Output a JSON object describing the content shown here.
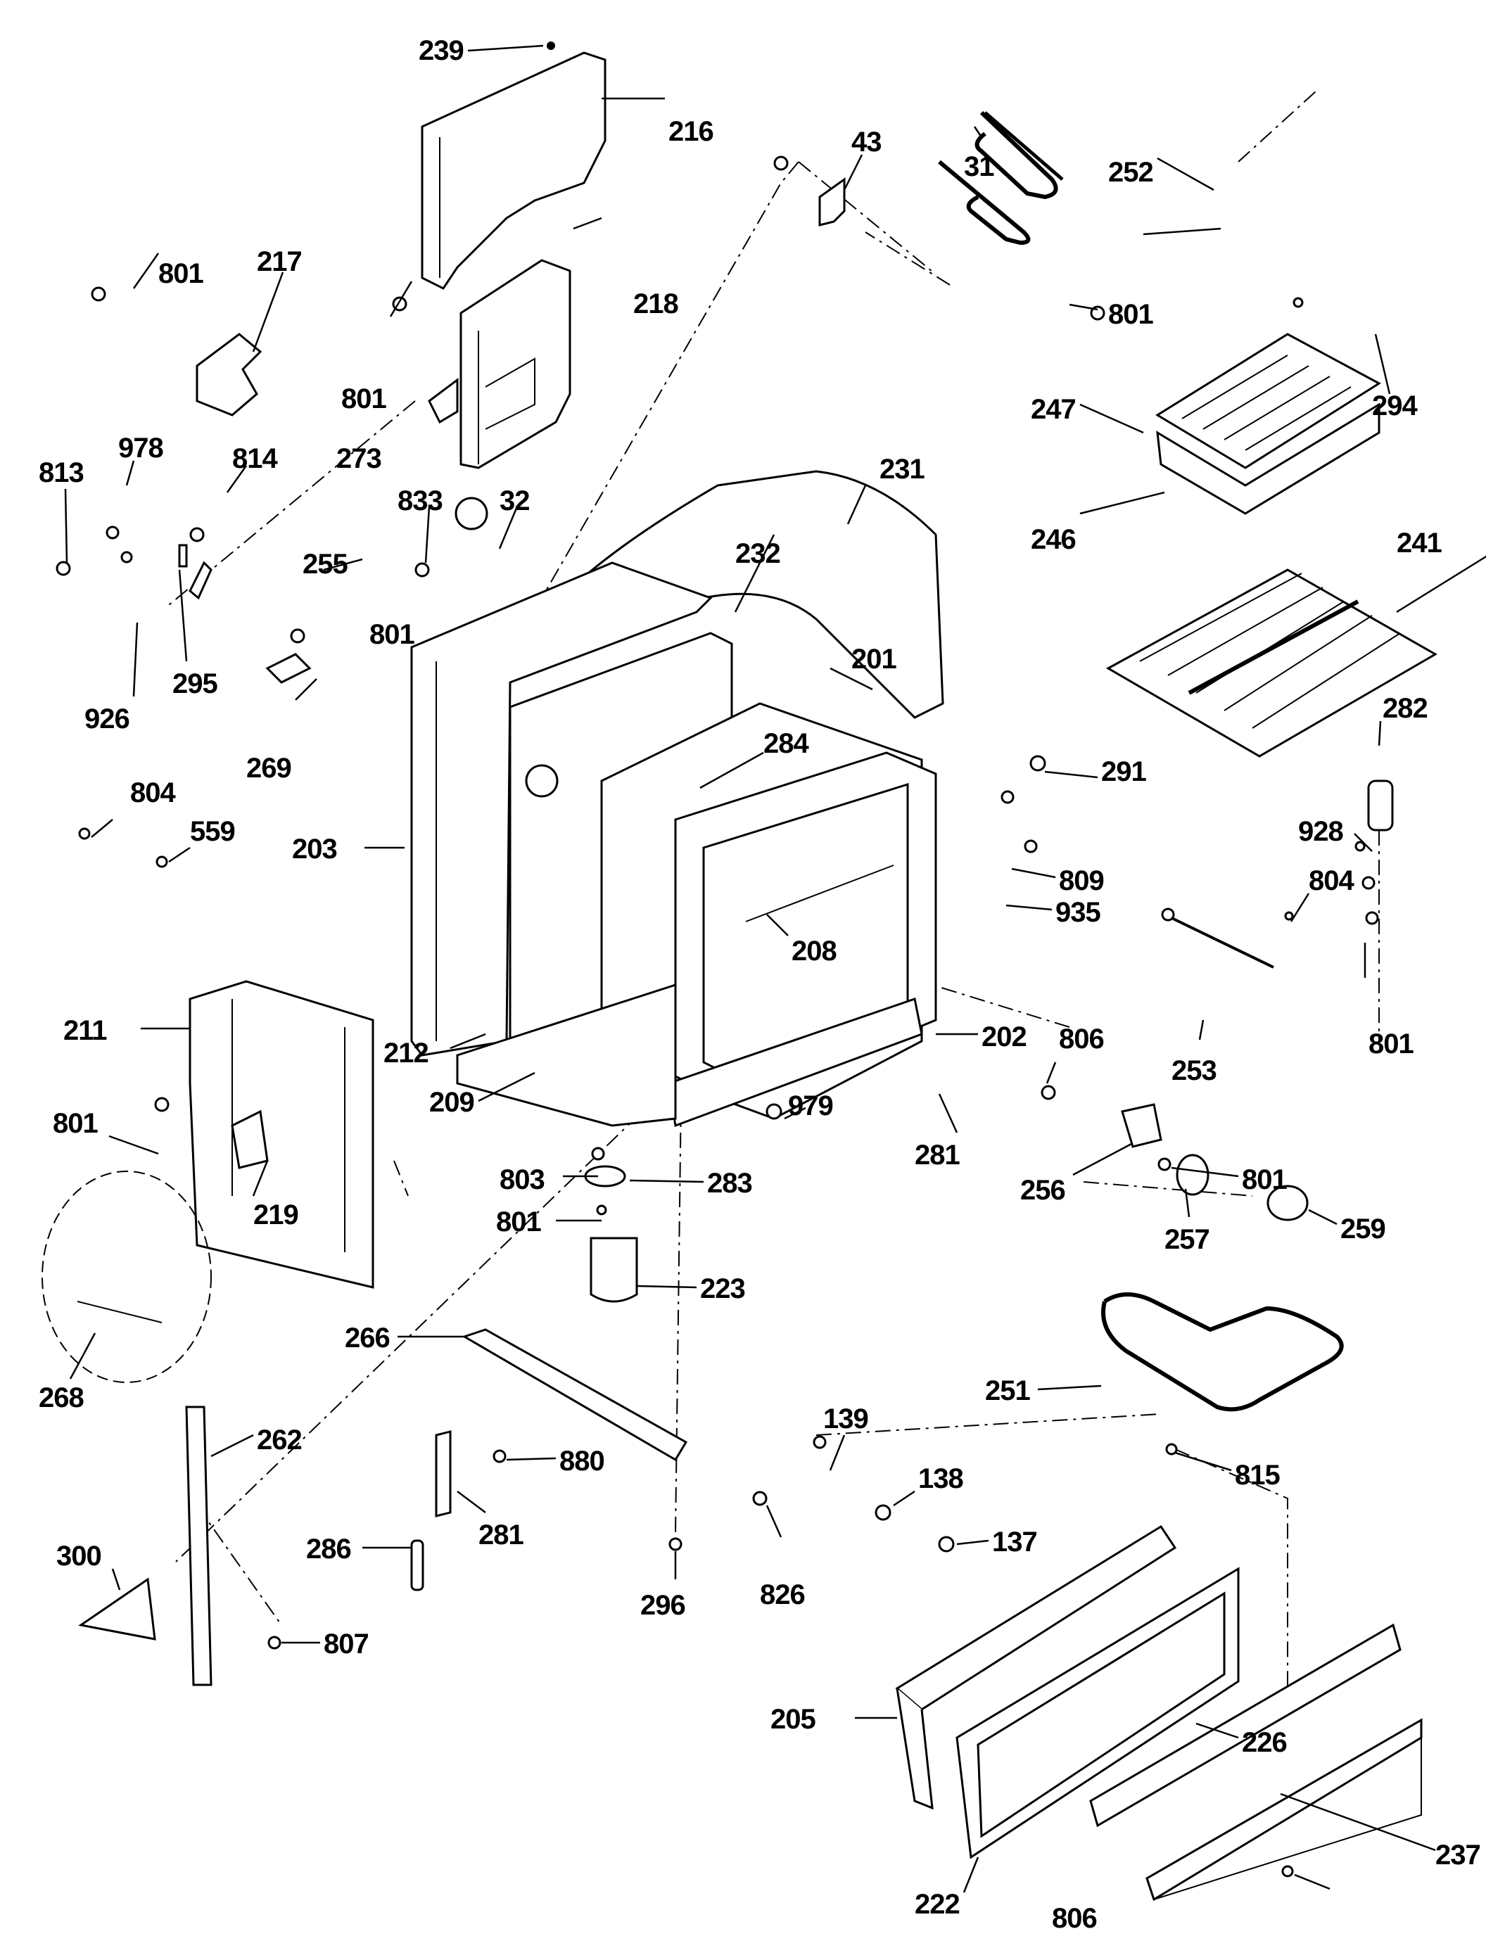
{
  "diagram": {
    "title": "Oven body exploded parts view",
    "callouts": [
      {
        "id": "c239",
        "label": "239"
      },
      {
        "id": "c216",
        "label": "216"
      },
      {
        "id": "c43",
        "label": "43"
      },
      {
        "id": "c31",
        "label": "31"
      },
      {
        "id": "c252",
        "label": "252"
      },
      {
        "id": "c801a",
        "label": "801"
      },
      {
        "id": "c217",
        "label": "217"
      },
      {
        "id": "c218",
        "label": "218"
      },
      {
        "id": "c801b",
        "label": "801"
      },
      {
        "id": "c273",
        "label": "273"
      },
      {
        "id": "c801c",
        "label": "801"
      },
      {
        "id": "c294",
        "label": "294"
      },
      {
        "id": "c247",
        "label": "247"
      },
      {
        "id": "c246",
        "label": "246"
      },
      {
        "id": "c978",
        "label": "978"
      },
      {
        "id": "c814",
        "label": "814"
      },
      {
        "id": "c813",
        "label": "813"
      },
      {
        "id": "c833",
        "label": "833"
      },
      {
        "id": "c32",
        "label": "32"
      },
      {
        "id": "c231",
        "label": "231"
      },
      {
        "id": "c232",
        "label": "232"
      },
      {
        "id": "c241",
        "label": "241"
      },
      {
        "id": "c255",
        "label": "255"
      },
      {
        "id": "c801d",
        "label": "801"
      },
      {
        "id": "c295",
        "label": "295"
      },
      {
        "id": "c926",
        "label": "926"
      },
      {
        "id": "c201",
        "label": "201"
      },
      {
        "id": "c269",
        "label": "269"
      },
      {
        "id": "c284",
        "label": "284"
      },
      {
        "id": "c282",
        "label": "282"
      },
      {
        "id": "c291",
        "label": "291"
      },
      {
        "id": "c804a",
        "label": "804"
      },
      {
        "id": "c559",
        "label": "559"
      },
      {
        "id": "c928",
        "label": "928"
      },
      {
        "id": "c203",
        "label": "203"
      },
      {
        "id": "c809",
        "label": "809"
      },
      {
        "id": "c804b",
        "label": "804"
      },
      {
        "id": "c208",
        "label": "208"
      },
      {
        "id": "c935",
        "label": "935"
      },
      {
        "id": "c211",
        "label": "211"
      },
      {
        "id": "c202",
        "label": "202"
      },
      {
        "id": "c212",
        "label": "212"
      },
      {
        "id": "c806a",
        "label": "806"
      },
      {
        "id": "c801e",
        "label": "801"
      },
      {
        "id": "c253",
        "label": "253"
      },
      {
        "id": "c209",
        "label": "209"
      },
      {
        "id": "c979",
        "label": "979"
      },
      {
        "id": "c801f",
        "label": "801"
      },
      {
        "id": "c803",
        "label": "803"
      },
      {
        "id": "c281a",
        "label": "281"
      },
      {
        "id": "c283",
        "label": "283"
      },
      {
        "id": "c801g",
        "label": "801"
      },
      {
        "id": "c256",
        "label": "256"
      },
      {
        "id": "c219",
        "label": "219"
      },
      {
        "id": "c801h",
        "label": "801"
      },
      {
        "id": "c257",
        "label": "257"
      },
      {
        "id": "c259",
        "label": "259"
      },
      {
        "id": "c223",
        "label": "223"
      },
      {
        "id": "c266",
        "label": "266"
      },
      {
        "id": "c251",
        "label": "251"
      },
      {
        "id": "c268",
        "label": "268"
      },
      {
        "id": "c139",
        "label": "139"
      },
      {
        "id": "c262",
        "label": "262"
      },
      {
        "id": "c880",
        "label": "880"
      },
      {
        "id": "c138",
        "label": "138"
      },
      {
        "id": "c815",
        "label": "815"
      },
      {
        "id": "c300",
        "label": "300"
      },
      {
        "id": "c286",
        "label": "286"
      },
      {
        "id": "c281b",
        "label": "281"
      },
      {
        "id": "c137",
        "label": "137"
      },
      {
        "id": "c826",
        "label": "826"
      },
      {
        "id": "c296",
        "label": "296"
      },
      {
        "id": "c807",
        "label": "807"
      },
      {
        "id": "c205",
        "label": "205"
      },
      {
        "id": "c226",
        "label": "226"
      },
      {
        "id": "c222",
        "label": "222"
      },
      {
        "id": "c237",
        "label": "237"
      },
      {
        "id": "c806b",
        "label": "806"
      }
    ]
  }
}
